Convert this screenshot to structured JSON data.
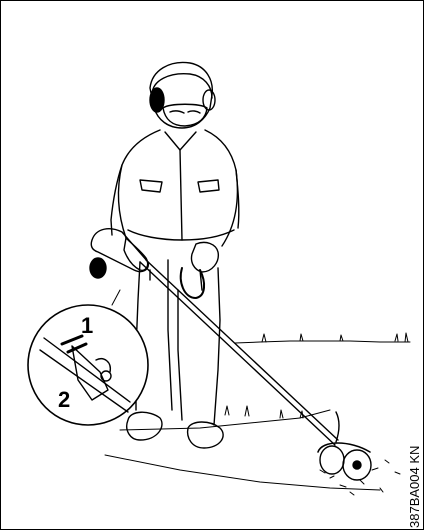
{
  "illustration": {
    "subject": "person-using-edger-trimmer",
    "callouts": [
      {
        "label": "1"
      },
      {
        "label": "2"
      }
    ],
    "figure_code": "387BA004 KN",
    "colors": {
      "ink": "#000000",
      "paper": "#ffffff"
    }
  }
}
